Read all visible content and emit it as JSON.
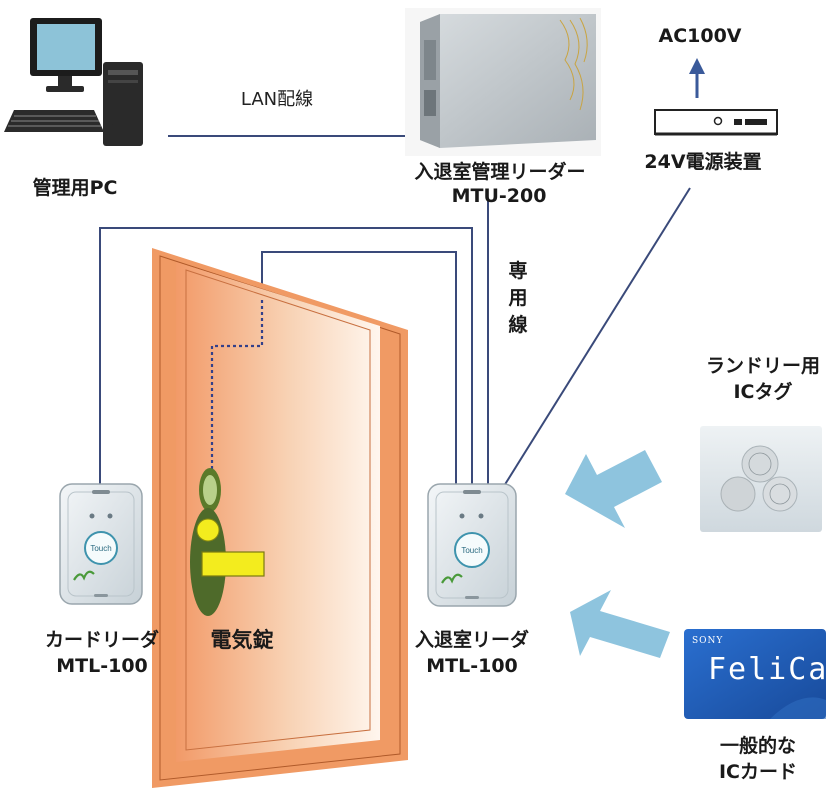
{
  "labels": {
    "lan_wiring": "LAN配線",
    "admin_pc": "管理用PC",
    "mtu_name": "入退室管理リーダー",
    "mtu_model": "MTU-200",
    "ac_input": "AC100V",
    "power_supply": "24V電源装置",
    "dedicated_line": [
      "専",
      "用",
      "線"
    ],
    "laundry_tag_line1": "ランドリー用",
    "laundry_tag_line2": "ICタグ",
    "card_reader_name": "カードリーダ",
    "card_reader_model": "MTL-100",
    "electric_lock": "電気錠",
    "entry_reader_name": "入退室リーダ",
    "entry_reader_model": "MTL-100",
    "general_ic_line1": "一般的な",
    "general_ic_line2": "ICカード",
    "felica_brand": "FeliCa",
    "sony_brand": "SONY",
    "touch_text": "Touch"
  },
  "colors": {
    "wire": "#3a4a7a",
    "door_frame": "#f0a070",
    "door_panel_top": "#f4a478",
    "arrow": "#8ec4de",
    "felica_card": "#1f5bb8",
    "lock_green": "#4e6a2a",
    "lock_yellow": "#f3ec1e"
  }
}
